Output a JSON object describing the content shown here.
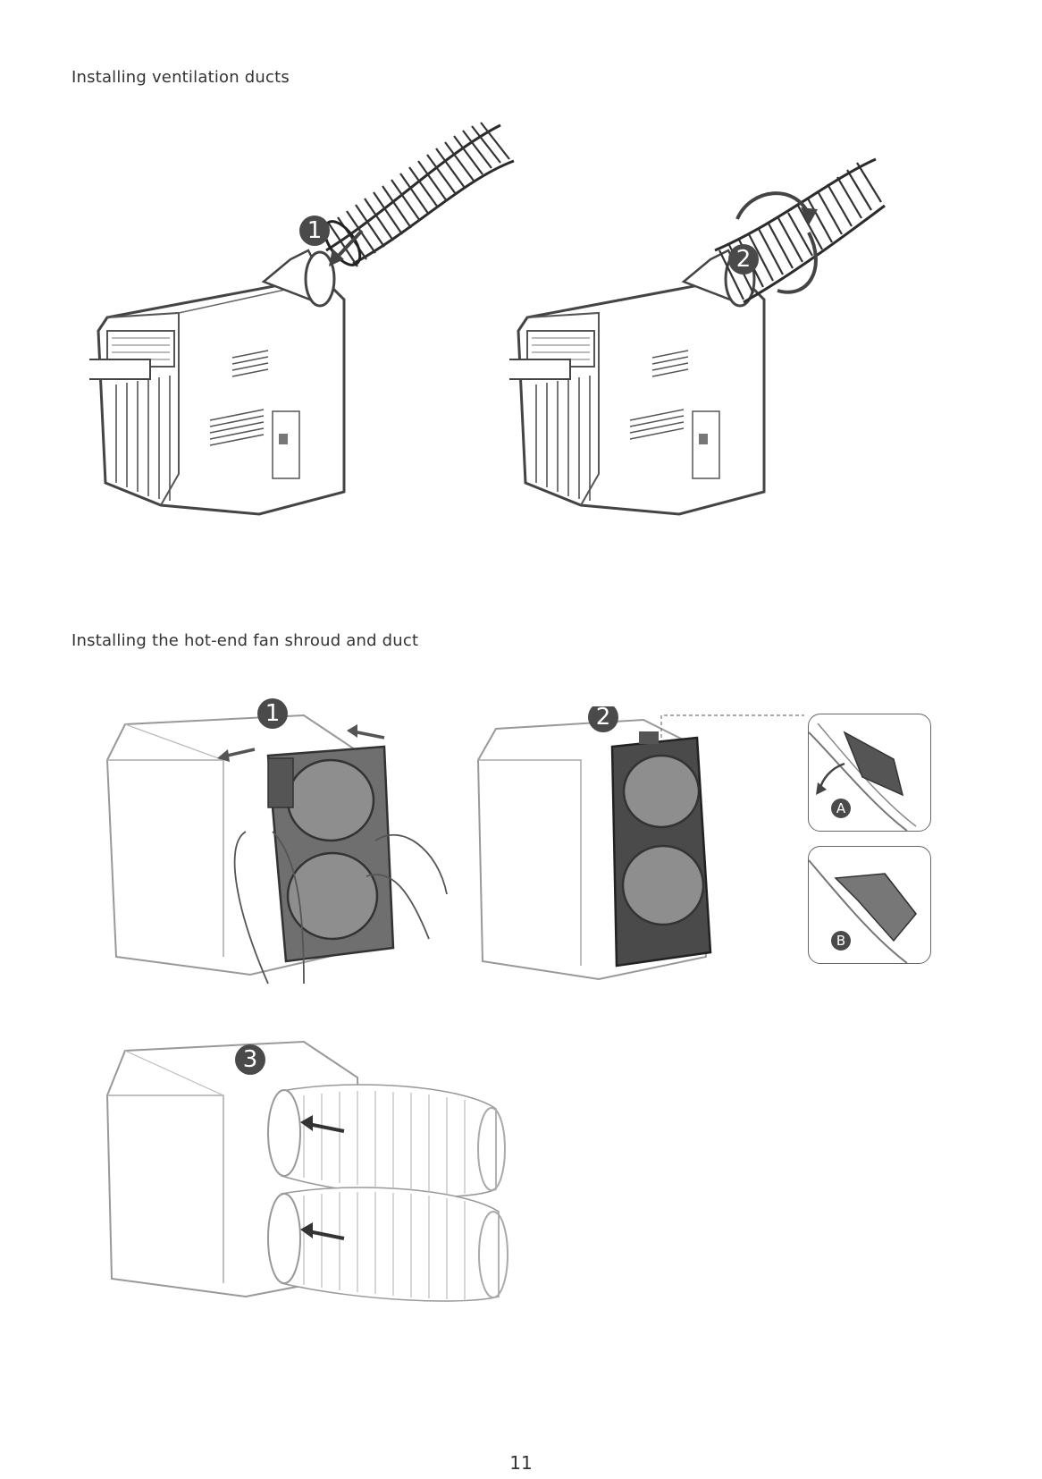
{
  "section1": {
    "title": "Installing ventilation ducts"
  },
  "section2": {
    "title": "Installing the hot-end fan shroud and duct"
  },
  "steps": {
    "s1_step1": "1",
    "s1_step2": "2",
    "s2_step1": "1",
    "s2_step2": "2",
    "s2_step3": "3",
    "inset_a": "A",
    "inset_b": "B"
  },
  "page_number": "11",
  "colors": {
    "badge": "#4a4a4a",
    "line": "#555555",
    "duct_dark": "#3a3a3a",
    "shroud": "#8a8a8a"
  }
}
